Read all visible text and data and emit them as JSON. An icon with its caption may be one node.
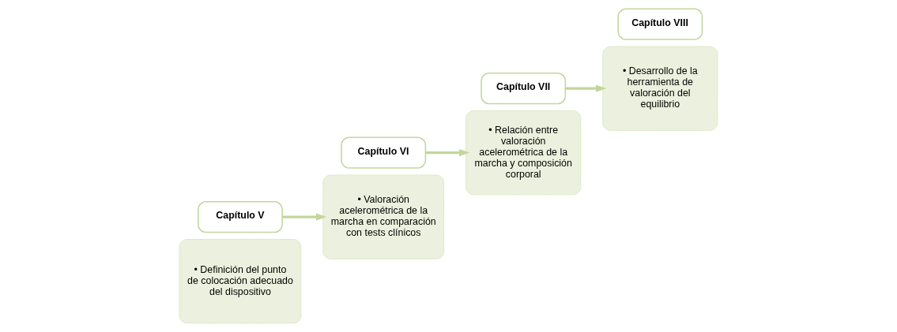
{
  "diagram": {
    "nodes": [
      {
        "text": [
          "• Definición del punto de colocación adecuado del dispositivo"
        ]
      },
      {
        "text": [
          "Capítulo V"
        ]
      },
      {
        "text": [
          "• Valoración acelerométrica de la marcha en comparación con tests clínicos"
        ]
      },
      {
        "text": [
          "Capítulo VI"
        ]
      },
      {
        "text": [
          "• Relación entre valoración acelerométrica de la marcha y composición corporal"
        ]
      },
      {
        "text": [
          "Capítulo VII"
        ]
      },
      {
        "text": [
          "• Desarrollo de la herramienta de valoración del equilibrio"
        ]
      },
      {
        "text": [
          "Capítulo VIII"
        ]
      }
    ],
    "edges": [
      {
        "from": 1,
        "to": 2,
        "arrow": "to"
      },
      {
        "from": 3,
        "to": 4,
        "arrow": "to"
      },
      {
        "from": 5,
        "to": 6,
        "arrow": "to"
      }
    ]
  }
}
